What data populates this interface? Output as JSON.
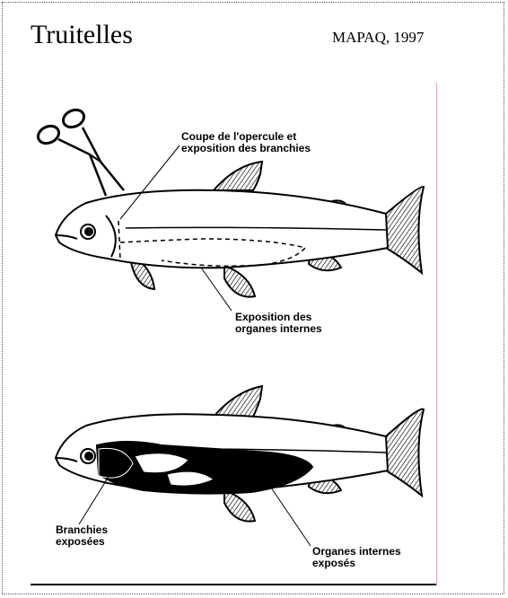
{
  "header": {
    "title": "Truitelles",
    "source": "MAPAQ, 1997"
  },
  "labels": {
    "gill_cut_line1": "Coupe de l'opercule et",
    "gill_cut_line2": "exposition des branchies",
    "organs_line1": "Exposition des",
    "organs_line2": "organes internes",
    "gills_exposed_line1": "Branchies",
    "gills_exposed_line2": "exposées",
    "organs_exposed_line1": "Organes internes",
    "organs_exposed_line2": "exposés"
  }
}
